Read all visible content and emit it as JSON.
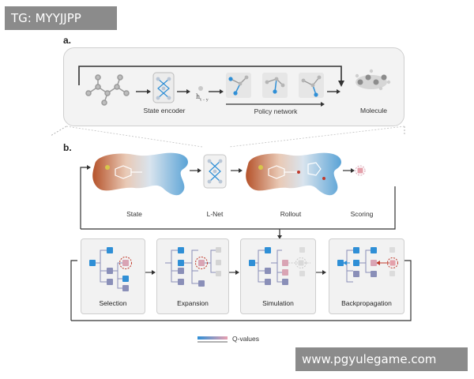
{
  "watermarks": {
    "top": "TG: MYYJJPP",
    "bottom": "www.pgyulegame.com"
  },
  "panel_a": {
    "label": "a.",
    "state_encoder": "State encoder",
    "symbol": "h",
    "symbol_sub": "t – y",
    "policy_network": "Policy network",
    "molecule": "Molecule"
  },
  "panel_b": {
    "label": "b.",
    "state": "State",
    "lnet": "L-Net",
    "rollout": "Rollout",
    "scoring": "Scoring"
  },
  "mcts_steps": [
    "Selection",
    "Expansion",
    "Simulation",
    "Backpropagation"
  ],
  "legend": {
    "label": "Q-values"
  },
  "colors": {
    "blue": "#2f8fd6",
    "purple": "#8a8fb8",
    "pink": "#d9a4b4",
    "red": "#c0392b",
    "gray": "#c9c9c9"
  }
}
